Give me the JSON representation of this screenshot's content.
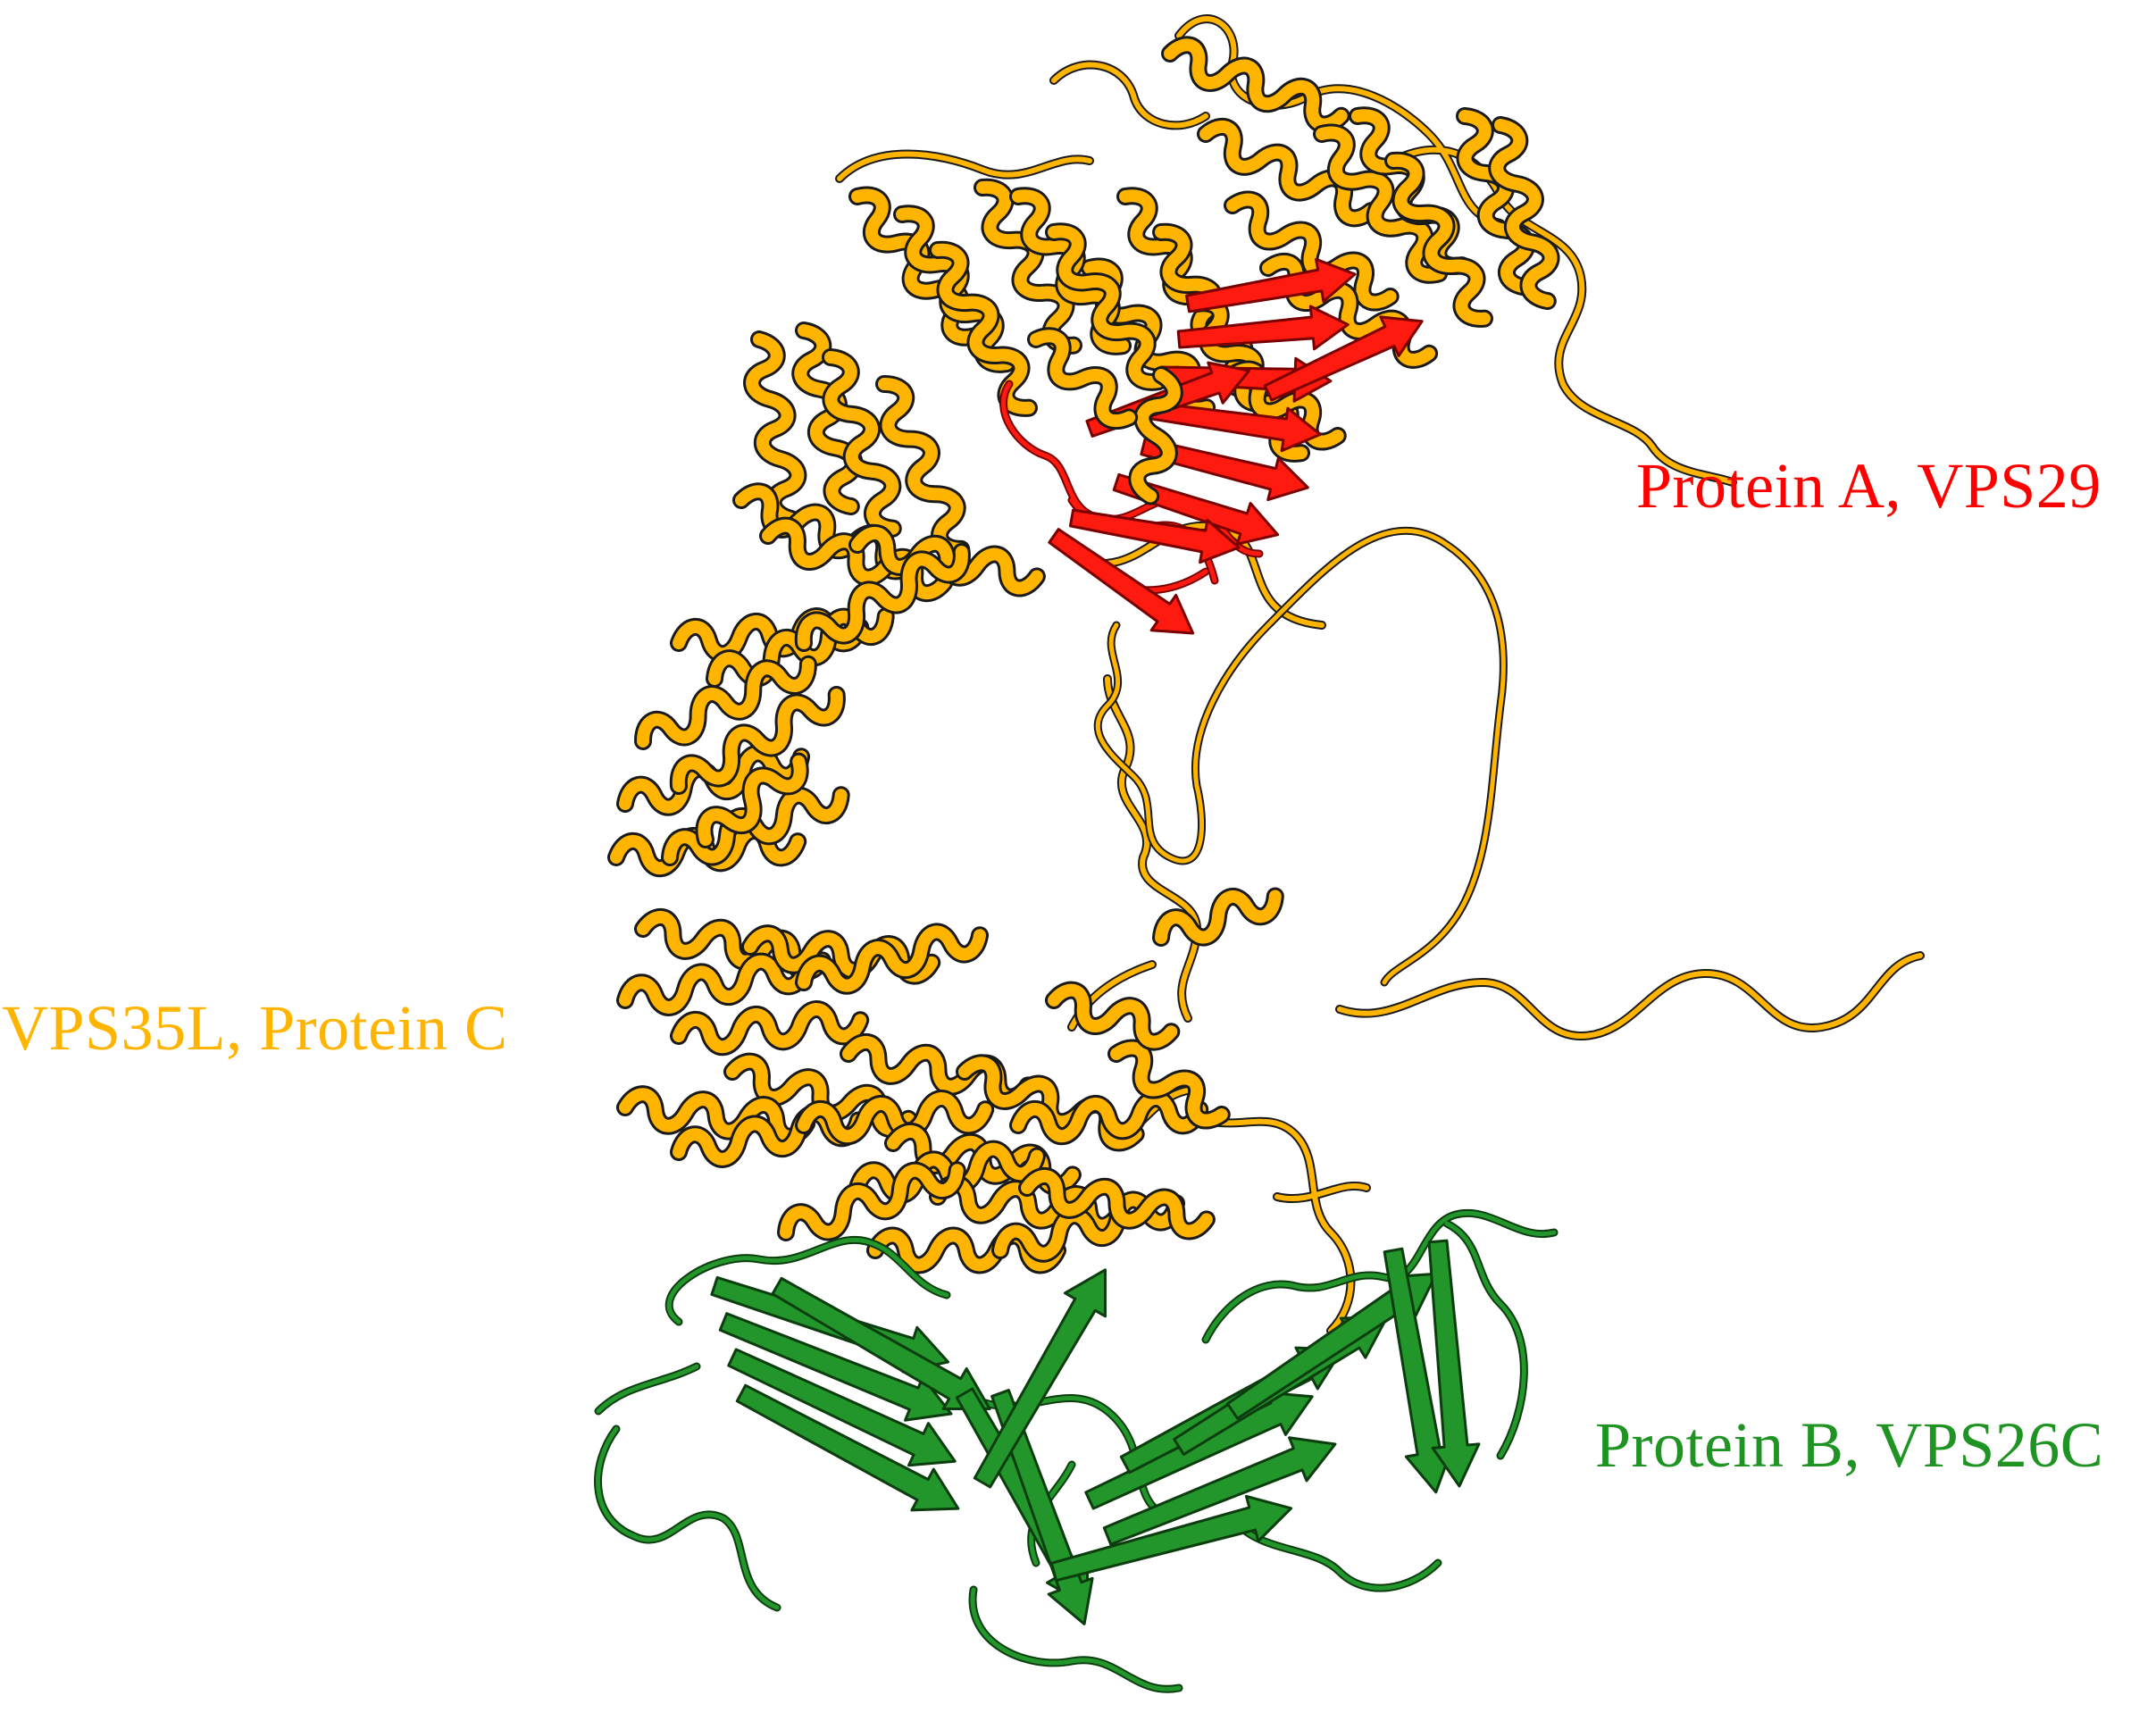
{
  "figure": {
    "proteins": [
      {
        "id": "vps29",
        "label": "Protein A, VPS29",
        "color": "#ff0000",
        "structure": "beta-sandwich"
      },
      {
        "id": "vps35l",
        "label": "VPS35L, Protein C",
        "color": "#ffb400",
        "structure": "alpha-solenoid"
      },
      {
        "id": "vps26c",
        "label": "Protein B, VPS26C",
        "color": "#1f9423",
        "structure": "arrestin-fold beta-sheets"
      }
    ],
    "outline_color": "#1a1a1a",
    "background": "#ffffff"
  }
}
